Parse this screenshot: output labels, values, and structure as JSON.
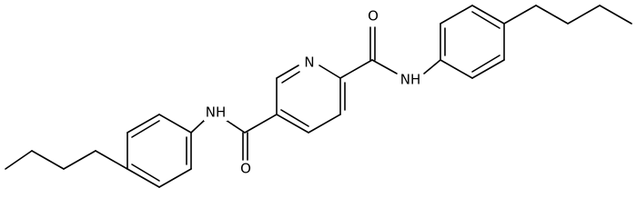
{
  "structure": {
    "atom_labels": {
      "pyridine_n": "N",
      "amide_right_nh": "NH",
      "amide_left_nh": "NH",
      "carbonyl_right_o": "O",
      "carbonyl_left_o": "O"
    }
  }
}
